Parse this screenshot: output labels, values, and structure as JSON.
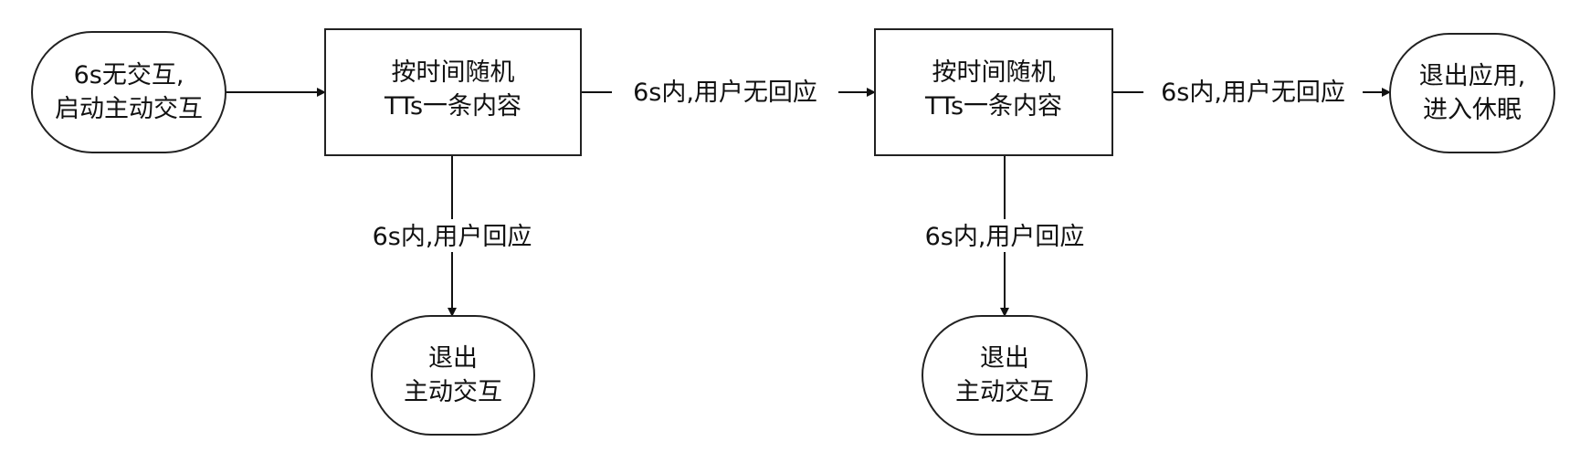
{
  "diagram": {
    "nodes": {
      "start": {
        "lines": [
          "6s无交互,",
          "启动主动交互"
        ]
      },
      "tts1": {
        "lines": [
          "按时间随机",
          "TTs一条内容"
        ]
      },
      "exit1": {
        "lines": [
          "退出",
          "主动交互"
        ]
      },
      "tts2": {
        "lines": [
          "按时间随机",
          "TTs一条内容"
        ]
      },
      "exit2": {
        "lines": [
          "退出",
          "主动交互"
        ]
      },
      "sleep": {
        "lines": [
          "退出应用,",
          "进入休眠"
        ]
      }
    },
    "edges": {
      "no_response_1": {
        "label": "6s内,用户无回应"
      },
      "response_1": {
        "label": "6s内,用户回应"
      },
      "no_response_2": {
        "label": "6s内,用户无回应"
      },
      "response_2": {
        "label": "6s内,用户回应"
      }
    }
  }
}
